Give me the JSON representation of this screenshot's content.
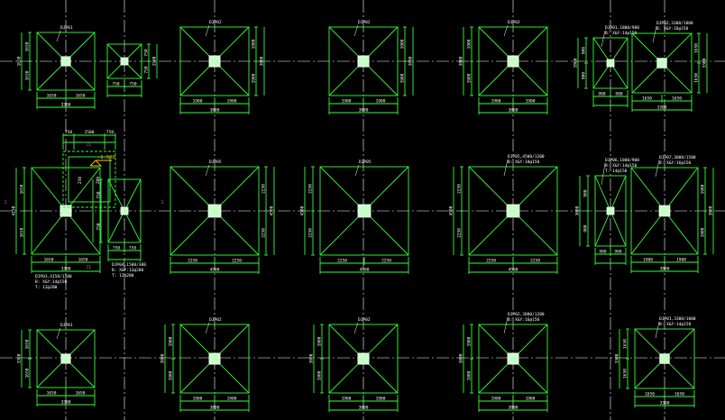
{
  "canvas": {
    "background": "#000000"
  },
  "colors": {
    "footing": "#33ff33",
    "axis": "#ffffff",
    "column_fill": "#c8ffc8",
    "column_stroke": "#ffffff",
    "label": "#ffffff",
    "elevation": "#ffcc00",
    "magenta": "#d24bd2"
  },
  "footings": [
    {
      "id": "r1c1",
      "tag": "DJP01",
      "dim_top": "",
      "dim_bottom": "3300",
      "sub_bottom": [
        "1650",
        "1650"
      ],
      "dim_left": "1650",
      "dim_right": "",
      "note": []
    },
    {
      "id": "r1c2",
      "tag": "",
      "dim_top": "",
      "dim_bottom": "",
      "sub_bottom": [
        "750",
        "750"
      ],
      "dim_left": "",
      "dim_right": "1500",
      "note": []
    },
    {
      "id": "r1c3",
      "tag": "DJP02",
      "dim_top": "",
      "dim_bottom": "3800",
      "sub_bottom": [
        "1900",
        "1900"
      ],
      "dim_left": "",
      "dim_right": "3800",
      "note": []
    },
    {
      "id": "r1c4",
      "tag": "DJP02",
      "dim_top": "",
      "dim_bottom": "3800",
      "sub_bottom": [
        "1900",
        "1900"
      ],
      "dim_left": "",
      "dim_right": "3800",
      "note": []
    },
    {
      "id": "r1c5",
      "tag": "DJP02",
      "dim_top": "",
      "dim_bottom": "3800",
      "sub_bottom": [
        "1900",
        "1900"
      ],
      "dim_left": "3800",
      "dim_right": "",
      "note": []
    },
    {
      "id": "r1c6",
      "tag": "DJP01,1800/900",
      "dim_top": "",
      "dim_bottom": "",
      "sub_bottom": [
        "900",
        "900"
      ],
      "dim_left": "1800",
      "dim_right": "",
      "note": [
        "B: X&Y:14@150"
      ]
    },
    {
      "id": "r1c7",
      "tag": "DJP02,3300/1800",
      "dim_top": "",
      "dim_bottom": "3300",
      "sub_bottom": [
        "1650",
        "1650"
      ],
      "dim_left": "",
      "dim_right": "3300",
      "note": [
        "B: X&Y:16@150"
      ]
    },
    {
      "id": "r2c1",
      "tag": "",
      "dim_top": "",
      "dim_bottom": "3300",
      "sub_bottom": [
        "1650",
        "1650"
      ],
      "dim_left": "4150",
      "dim_right": "",
      "note": [
        "DJP03,4150/1500",
        "B: X&Y:14@150",
        "T: 12@200"
      ]
    },
    {
      "id": "r2c2",
      "tag": "",
      "dim_top": "",
      "dim_bottom": "",
      "sub_bottom": [
        "750",
        "750"
      ],
      "dim_left": "",
      "dim_right": "",
      "note": [
        "DJP04,1500/300",
        "B: X&Y:12@200",
        "T: 12@200"
      ]
    },
    {
      "id": "r2c3",
      "tag": "DJP05",
      "dim_top": "",
      "dim_bottom": "4500",
      "sub_bottom": [
        "2250",
        "2250"
      ],
      "dim_left": "",
      "dim_right": "4500",
      "note": []
    },
    {
      "id": "r2c4",
      "tag": "DJP05",
      "dim_top": "",
      "dim_bottom": "4500",
      "sub_bottom": [
        "2250",
        "2250"
      ],
      "dim_left": "4500",
      "dim_right": "",
      "note": []
    },
    {
      "id": "r2c5",
      "tag": "DJP05,4500/1200",
      "dim_top": "",
      "dim_bottom": "4500",
      "sub_bottom": [
        "2250",
        "2250"
      ],
      "dim_left": "4500",
      "dim_right": "",
      "note": [
        "B: X&Y:18@150"
      ]
    },
    {
      "id": "r2c6",
      "tag": "DJP06,1800/900",
      "dim_top": "",
      "dim_bottom": "",
      "sub_bottom": [
        "900",
        "900"
      ],
      "dim_left": "3600",
      "dim_right": "",
      "note": [
        "B: X&Y:14@150",
        "T: 14@150"
      ]
    },
    {
      "id": "r2c7",
      "tag": "DJP07,3800/1500",
      "dim_top": "",
      "dim_bottom": "3800",
      "sub_bottom": [
        "1900",
        "1900"
      ],
      "dim_left": "",
      "dim_right": "3800",
      "note": [
        "B: X&Y:16@150"
      ]
    },
    {
      "id": "r3c1",
      "tag": "DJP01",
      "dim_top": "",
      "dim_bottom": "3300",
      "sub_bottom": [
        "1650",
        "1650"
      ],
      "dim_left": "3300",
      "dim_right": "",
      "note": []
    },
    {
      "id": "r3c2",
      "tag": "DJP02",
      "dim_top": "",
      "dim_bottom": "3800",
      "sub_bottom": [
        "1900",
        "1900"
      ],
      "dim_left": "3800",
      "dim_right": "",
      "note": []
    },
    {
      "id": "r3c3",
      "tag": "DJP02",
      "dim_top": "",
      "dim_bottom": "3800",
      "sub_bottom": [
        "1900",
        "1900"
      ],
      "dim_left": "3800",
      "dim_right": "",
      "note": []
    },
    {
      "id": "r3c4",
      "tag": "DJP02,3800/1200",
      "dim_top": "",
      "dim_bottom": "3800",
      "sub_bottom": [
        "1900",
        "1900"
      ],
      "dim_left": "3800",
      "dim_right": "",
      "note": [
        "B: X&Y:16@150"
      ]
    },
    {
      "id": "r3c5",
      "tag": "DJP01,3300/1000",
      "dim_top": "",
      "dim_bottom": "3300",
      "sub_bottom": [
        "1650",
        "1650"
      ],
      "dim_left": "3300",
      "dim_right": "",
      "note": [
        "B: X&Y:14@150"
      ]
    }
  ],
  "elevation_mark": "-1.500",
  "pit_dims": [
    "750",
    "2500",
    "750"
  ],
  "pit_side_labels": [
    "250",
    "200"
  ],
  "magenta_marks": [
    "J1",
    "J1",
    "1",
    "1"
  ]
}
